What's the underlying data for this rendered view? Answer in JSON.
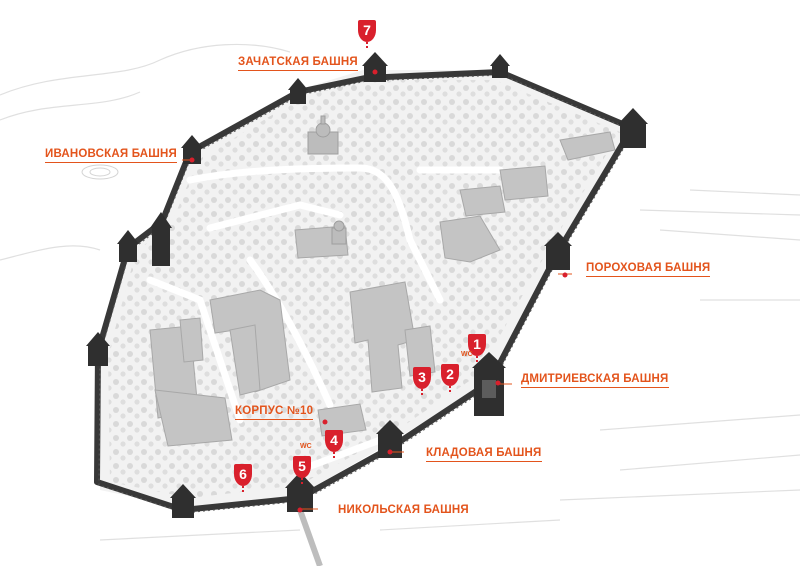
{
  "colors": {
    "wall": "#3a3a3a",
    "tower": "#2f2f2f",
    "label": "#e3541c",
    "marker": "#d9202c",
    "building": "#bdbdbd",
    "ground": "#f4f4f4"
  },
  "towers": {
    "zachatskaya": "ЗАЧАТСКАЯ БАШНЯ",
    "ivanovskaya": "ИВАНОВСКАЯ БАШНЯ",
    "porokhovaya": "ПОРОХОВАЯ БАШНЯ",
    "dmitrievskaya": "ДМИТРИЕВСКАЯ БАШНЯ",
    "kladovaya": "КЛАДОВАЯ БАШНЯ",
    "nikolskaya": "НИКОЛЬСКАЯ БАШНЯ"
  },
  "buildings": {
    "korpus10": "КОРПУС №10"
  },
  "markers": [
    "1",
    "2",
    "3",
    "4",
    "5",
    "6",
    "7"
  ],
  "wc_label": "WC",
  "icons": [
    "tower-icon",
    "map-pin-icon",
    "church-icon",
    "tree-icon"
  ]
}
